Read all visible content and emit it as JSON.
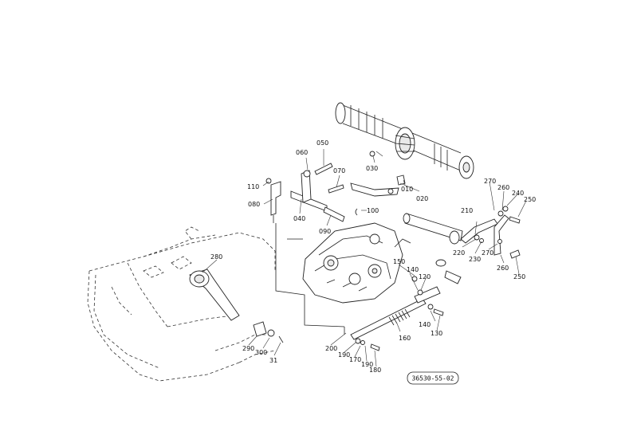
{
  "drawing_id": "36530-55-02",
  "callouts": [
    {
      "id": "c010",
      "label": "010"
    },
    {
      "id": "c020",
      "label": "020"
    },
    {
      "id": "c030",
      "label": "030"
    },
    {
      "id": "c040",
      "label": "040"
    },
    {
      "id": "c050",
      "label": "050"
    },
    {
      "id": "c060",
      "label": "060"
    },
    {
      "id": "c070",
      "label": "070"
    },
    {
      "id": "c080",
      "label": "080"
    },
    {
      "id": "c090",
      "label": "090"
    },
    {
      "id": "c100",
      "label": "100"
    },
    {
      "id": "c110",
      "label": "110"
    },
    {
      "id": "c120",
      "label": "120"
    },
    {
      "id": "c130",
      "label": "130"
    },
    {
      "id": "c140a",
      "label": "140"
    },
    {
      "id": "c140b",
      "label": "140"
    },
    {
      "id": "c150",
      "label": "150"
    },
    {
      "id": "c160",
      "label": "160"
    },
    {
      "id": "c170",
      "label": "170"
    },
    {
      "id": "c180",
      "label": "180"
    },
    {
      "id": "c190a",
      "label": "190"
    },
    {
      "id": "c190b",
      "label": "190"
    },
    {
      "id": "c200",
      "label": "200"
    },
    {
      "id": "c210",
      "label": "210"
    },
    {
      "id": "c220",
      "label": "220"
    },
    {
      "id": "c230",
      "label": "230"
    },
    {
      "id": "c240",
      "label": "240"
    },
    {
      "id": "c250a",
      "label": "250"
    },
    {
      "id": "c250b",
      "label": "250"
    },
    {
      "id": "c260a",
      "label": "260"
    },
    {
      "id": "c260b",
      "label": "260"
    },
    {
      "id": "c270a",
      "label": "270"
    },
    {
      "id": "c270b",
      "label": "270"
    },
    {
      "id": "c280",
      "label": "280"
    },
    {
      "id": "c290",
      "label": "290"
    },
    {
      "id": "c300",
      "label": "300"
    },
    {
      "id": "c31",
      "label": "31"
    }
  ]
}
